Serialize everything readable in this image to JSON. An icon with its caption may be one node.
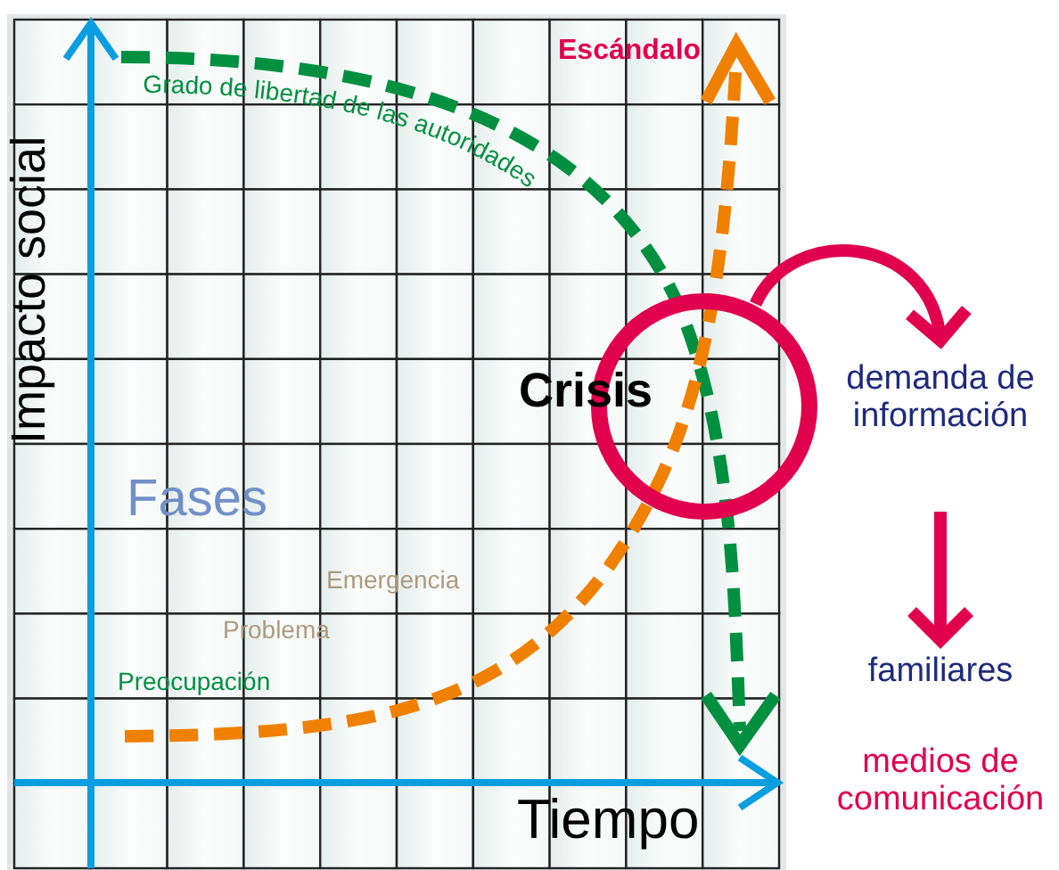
{
  "diagram": {
    "nodes": [
      {
        "text": [],
        "shape": "circle"
      },
      {
        "text": [
          "demanda de información"
        ]
      },
      {
        "text": [
          "familiares"
        ]
      }
    ],
    "edges": [
      {
        "from": 0,
        "to": 1,
        "arrow": "to"
      },
      {
        "from": 1,
        "to": 2,
        "arrow": "to"
      }
    ],
    "labels": [
      "Escándalo",
      "Impacto social",
      "Grado de libertad de las autoridades",
      "Crisis",
      "Fases",
      "Emergencia",
      "Problema",
      "Preocupación",
      "Tiempo",
      "medios de comunicación"
    ]
  }
}
